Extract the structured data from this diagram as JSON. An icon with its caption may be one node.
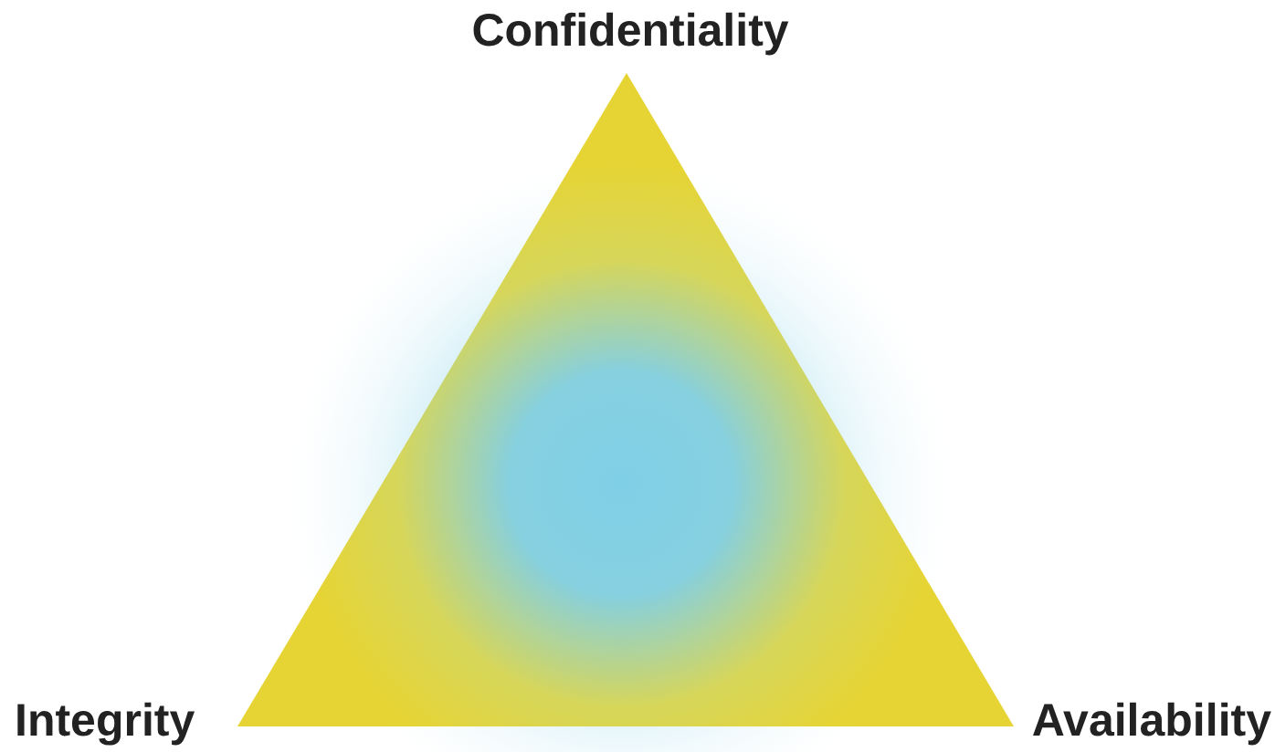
{
  "diagram": {
    "labels": [
      "Confidentiality",
      "Integrity",
      "Availability"
    ]
  }
}
